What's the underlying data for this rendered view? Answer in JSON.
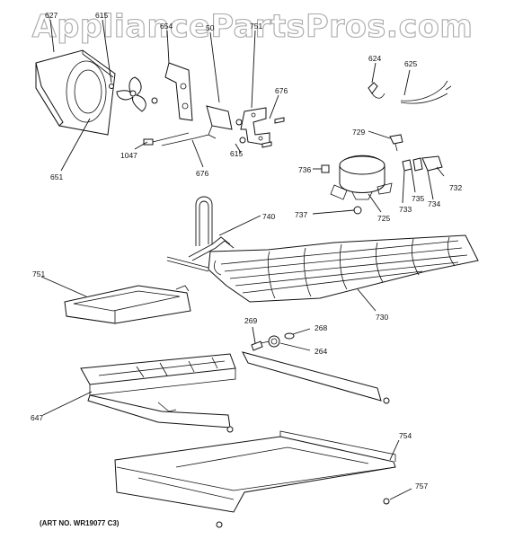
{
  "watermark": "AppliancePartsPros.com",
  "caption": "(ART NO. WR19077 C3)",
  "labels": {
    "p627": "627",
    "p615a": "615",
    "p654": "654",
    "p50": "50",
    "p751a": "751",
    "p676a": "676",
    "p615b": "615",
    "p676b": "676",
    "p1047": "1047",
    "p651": "651",
    "p624": "624",
    "p625": "625",
    "p729": "729",
    "p736": "736",
    "p732": "732",
    "p735": "735",
    "p734": "734",
    "p733": "733",
    "p725": "725",
    "p737": "737",
    "p740": "740",
    "p751b": "751",
    "p730": "730",
    "p269": "269",
    "p268": "268",
    "p264": "264",
    "p647": "647",
    "p754": "754",
    "p757": "757"
  }
}
